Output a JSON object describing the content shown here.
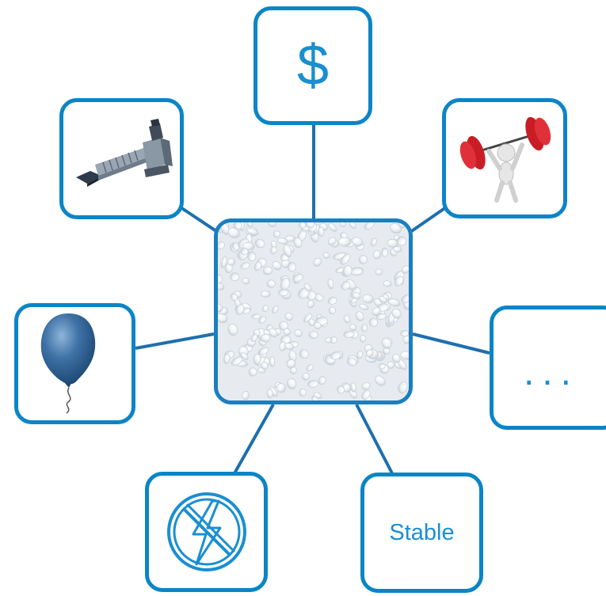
{
  "colors": {
    "accent": "#0b85c6",
    "text": "#1a8fd1",
    "connector": "#1e6fae"
  },
  "center": {
    "icon": "plastic-pellets"
  },
  "nodes": {
    "cost": {
      "label": "$",
      "icon": "dollar-sign"
    },
    "extruder": {
      "icon": "extruder-machine"
    },
    "strength": {
      "icon": "weightlifter-figure"
    },
    "balloon": {
      "icon": "balloon"
    },
    "more": {
      "label": "..."
    },
    "insulator": {
      "icon": "no-electricity"
    },
    "stable": {
      "label": "Stable"
    }
  }
}
